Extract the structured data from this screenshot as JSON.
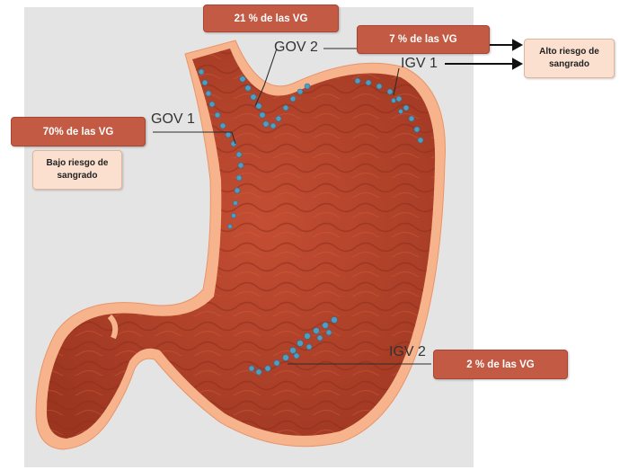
{
  "labels": {
    "gov1": "GOV 1",
    "gov2": "GOV 2",
    "igv1": "IGV 1",
    "igv2": "IGV 2"
  },
  "percentages": {
    "gov1": "70% de las VG",
    "gov2": "21 % de las VG",
    "igv1": "7 % de las VG",
    "igv2": "2 % de las VG"
  },
  "risk": {
    "low": "Bajo riesgo de sangrado",
    "high": "Alto riesgo de sangrado"
  },
  "colors": {
    "stomach_wall": "#b9432a",
    "stomach_rim": "#f7b48c",
    "varices": "#4d9ec4",
    "percentage_box": "#c25a44",
    "risk_box": "#fbe0cf",
    "background_panel": "#e4e4e4"
  }
}
